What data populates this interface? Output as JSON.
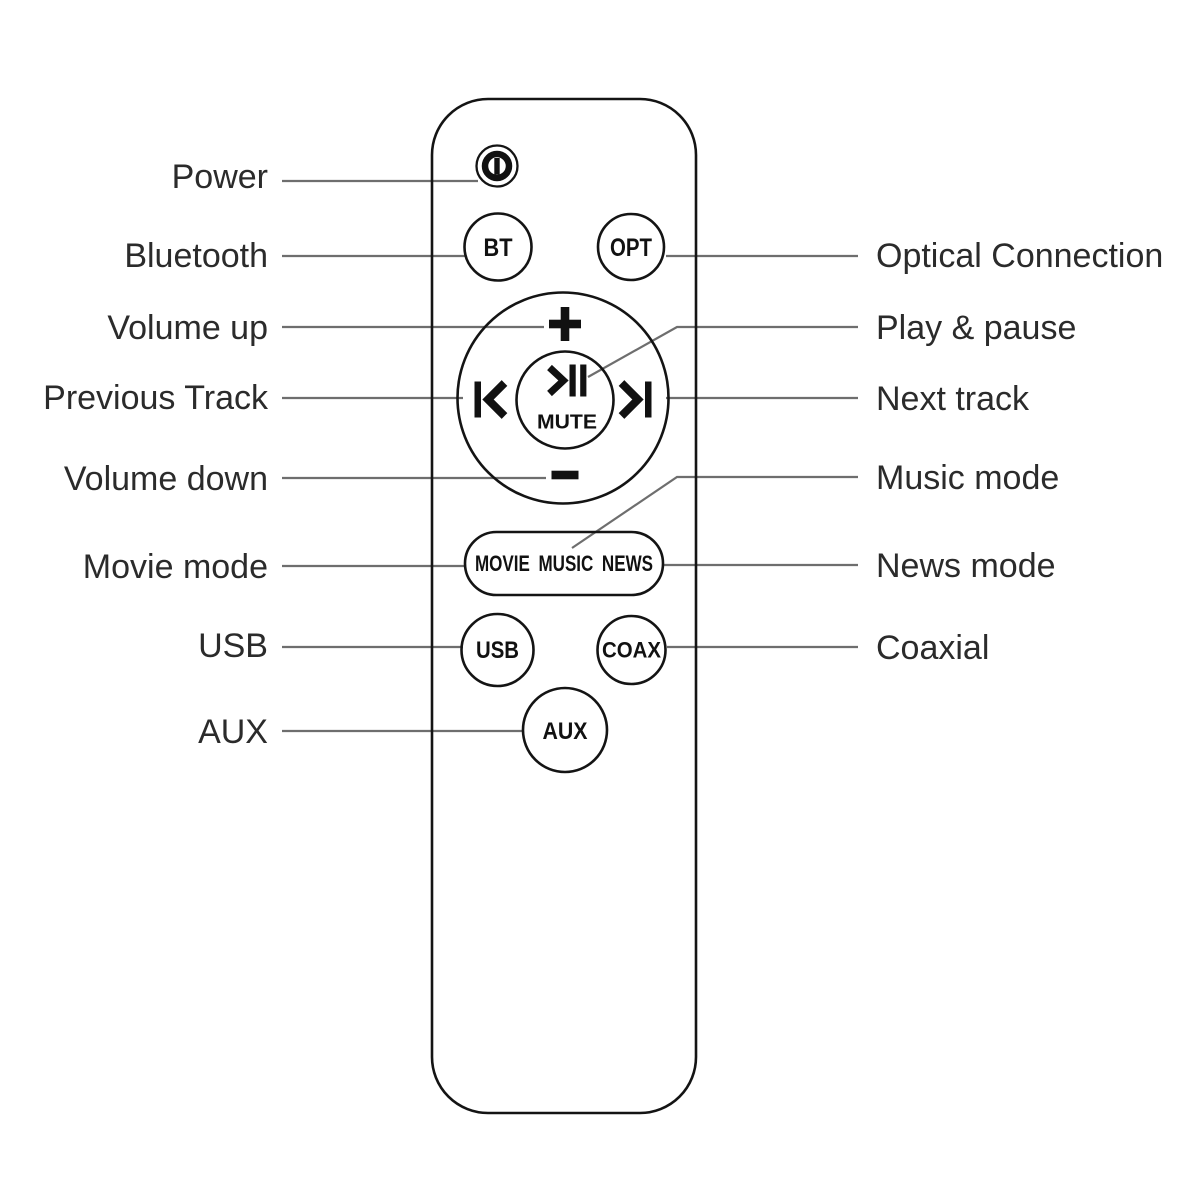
{
  "diagram": {
    "type": "remote-control-annotation",
    "background_color": "#ffffff",
    "outline_color": "#141414",
    "connector_color": "#6e6e6e",
    "label_color": "#2b2b2b"
  },
  "remote": {
    "power_button": {
      "icon": "power-icon"
    },
    "bt_button": {
      "label": "BT"
    },
    "opt_button": {
      "label": "OPT"
    },
    "nav_pad": {
      "volume_up_icon": "plus-icon",
      "volume_down_icon": "minus-icon",
      "previous_track_icon": "previous-track-icon",
      "next_track_icon": "next-track-icon",
      "play_pause_icon": "play-pause-icon",
      "mute_label": "MUTE"
    },
    "mode_button": {
      "label": "MOVIE MUSIC NEWS"
    },
    "usb_button": {
      "label": "USB"
    },
    "coax_button": {
      "label": "COAX"
    },
    "aux_button": {
      "label": "AUX"
    }
  },
  "callouts": {
    "left": [
      {
        "label": "Power"
      },
      {
        "label": "Bluetooth"
      },
      {
        "label": "Volume up"
      },
      {
        "label": "Previous Track"
      },
      {
        "label": "Volume down"
      },
      {
        "label": "Movie mode"
      },
      {
        "label": "USB"
      },
      {
        "label": "AUX"
      }
    ],
    "right": [
      {
        "label": "Optical Connection"
      },
      {
        "label": "Play & pause"
      },
      {
        "label": "Next track"
      },
      {
        "label": "Music mode"
      },
      {
        "label": "News mode"
      },
      {
        "label": "Coaxial"
      }
    ]
  }
}
